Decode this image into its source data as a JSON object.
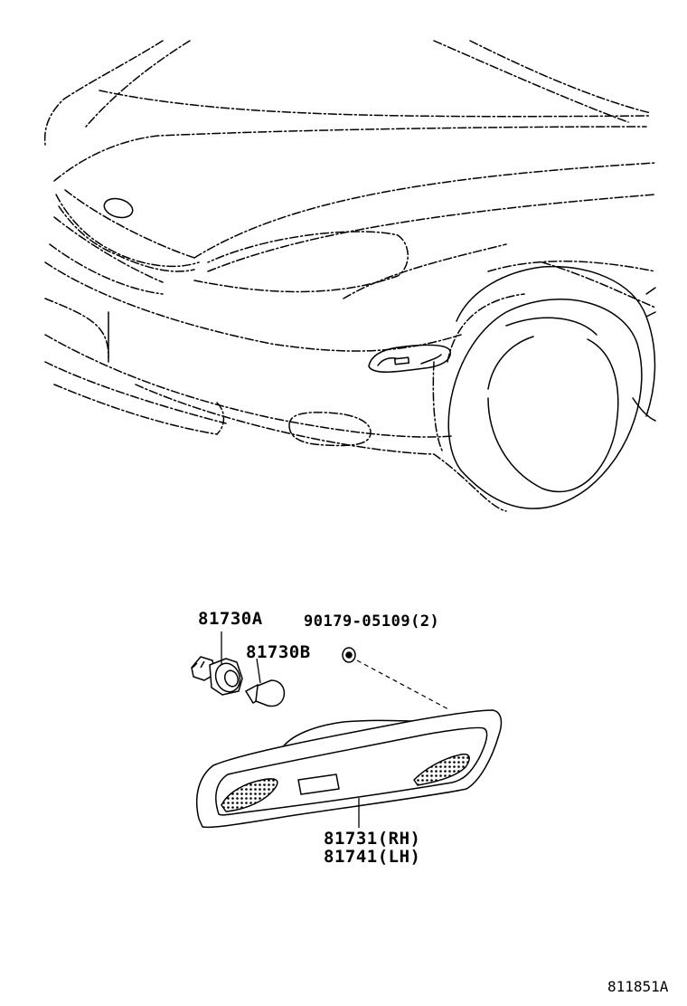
{
  "labels": {
    "socket": "81730A",
    "bulb": "81730B",
    "screw": "90179-05109(2)",
    "lamp_rh": "81731(RH)",
    "lamp_lh": "81741(LH)",
    "figure_id": "811851A"
  },
  "colors": {
    "line": "#000000",
    "background": "#ffffff",
    "mesh": "#777777"
  }
}
